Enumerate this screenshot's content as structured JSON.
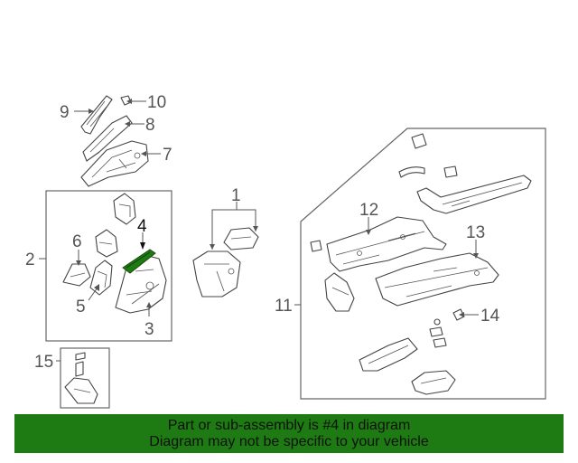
{
  "diagram": {
    "callouts": {
      "c1": "1",
      "c2": "2",
      "c3": "3",
      "c4": "4",
      "c5": "5",
      "c6": "6",
      "c7": "7",
      "c8": "8",
      "c9": "9",
      "c10": "10",
      "c11": "11",
      "c12": "12",
      "c13": "13",
      "c14": "14",
      "c15": "15"
    },
    "highlight_color": "#1e7a12",
    "highlighted_part": "4"
  },
  "banner": {
    "line1": "Part or sub-assembly is #4 in diagram",
    "line2": "Diagram may not be specific to your vehicle",
    "background": "#1e7a12"
  }
}
